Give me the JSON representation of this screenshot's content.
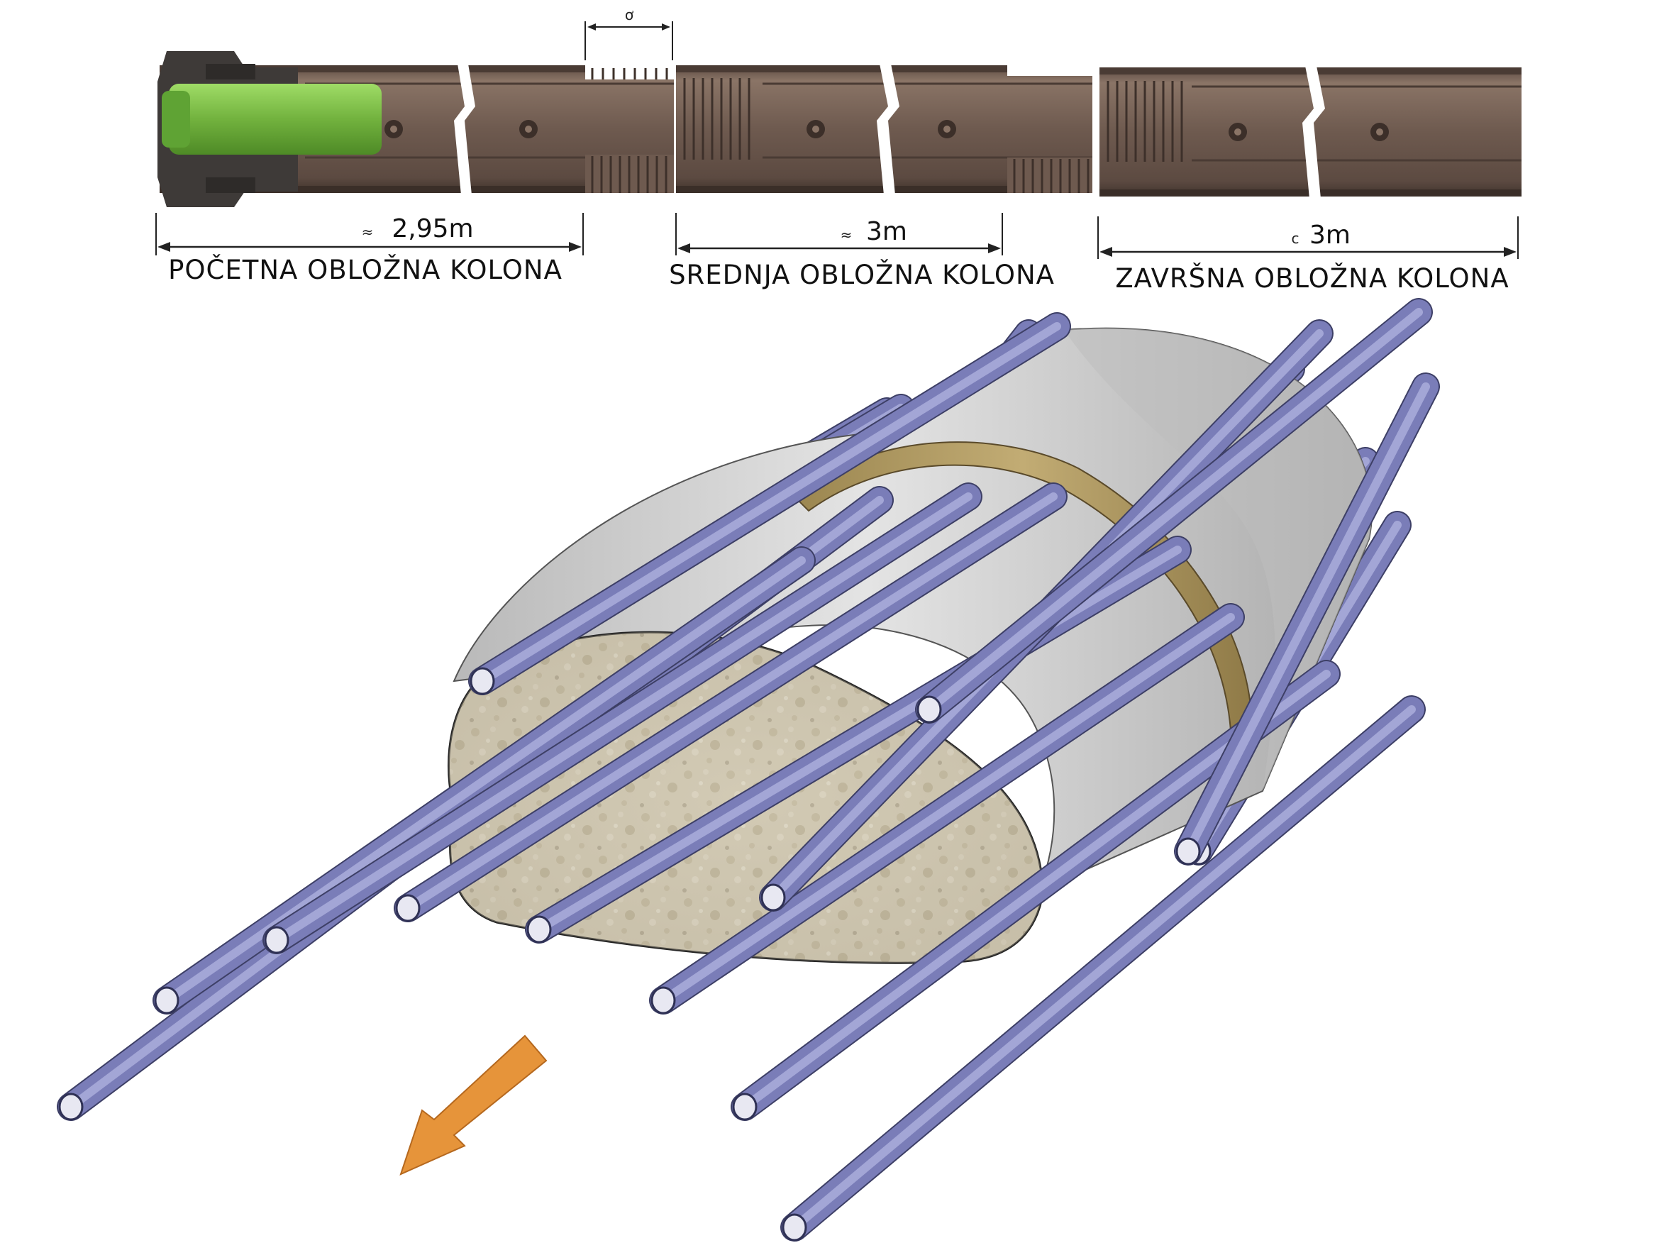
{
  "colors": {
    "casing": "#6e5a4f",
    "casing_dark": "#4f3f37",
    "casing_light": "#8a7466",
    "drill_bit": "#7fc24a",
    "bit_head": "#3e3a38",
    "pipe": "#7a7db8",
    "pipe_light": "#a3a6d6",
    "pipe_dark": "#55598f",
    "tunnel_shell": "#d2d2d2",
    "rock_face": "#c8bfa8",
    "ring": "#b09a63",
    "arrow": "#e6943a"
  },
  "segments": [
    {
      "label": "POČETNA OBLOŽNA KOLONA",
      "length": "2,95m",
      "approx_symbol": "≈"
    },
    {
      "label": "SREDNJA OBLOŽNA KOLONA",
      "length": "3m",
      "approx_symbol": "≈"
    },
    {
      "label": "ZAVRŠNA OBLOŽNA KOLONA",
      "length": "3m",
      "approx_symbol": "c"
    }
  ],
  "overlap_symbol": "ơ",
  "icons": {
    "drill_bit": "drill-bit-icon",
    "direction_arrow": "arrow-down-left-icon"
  }
}
